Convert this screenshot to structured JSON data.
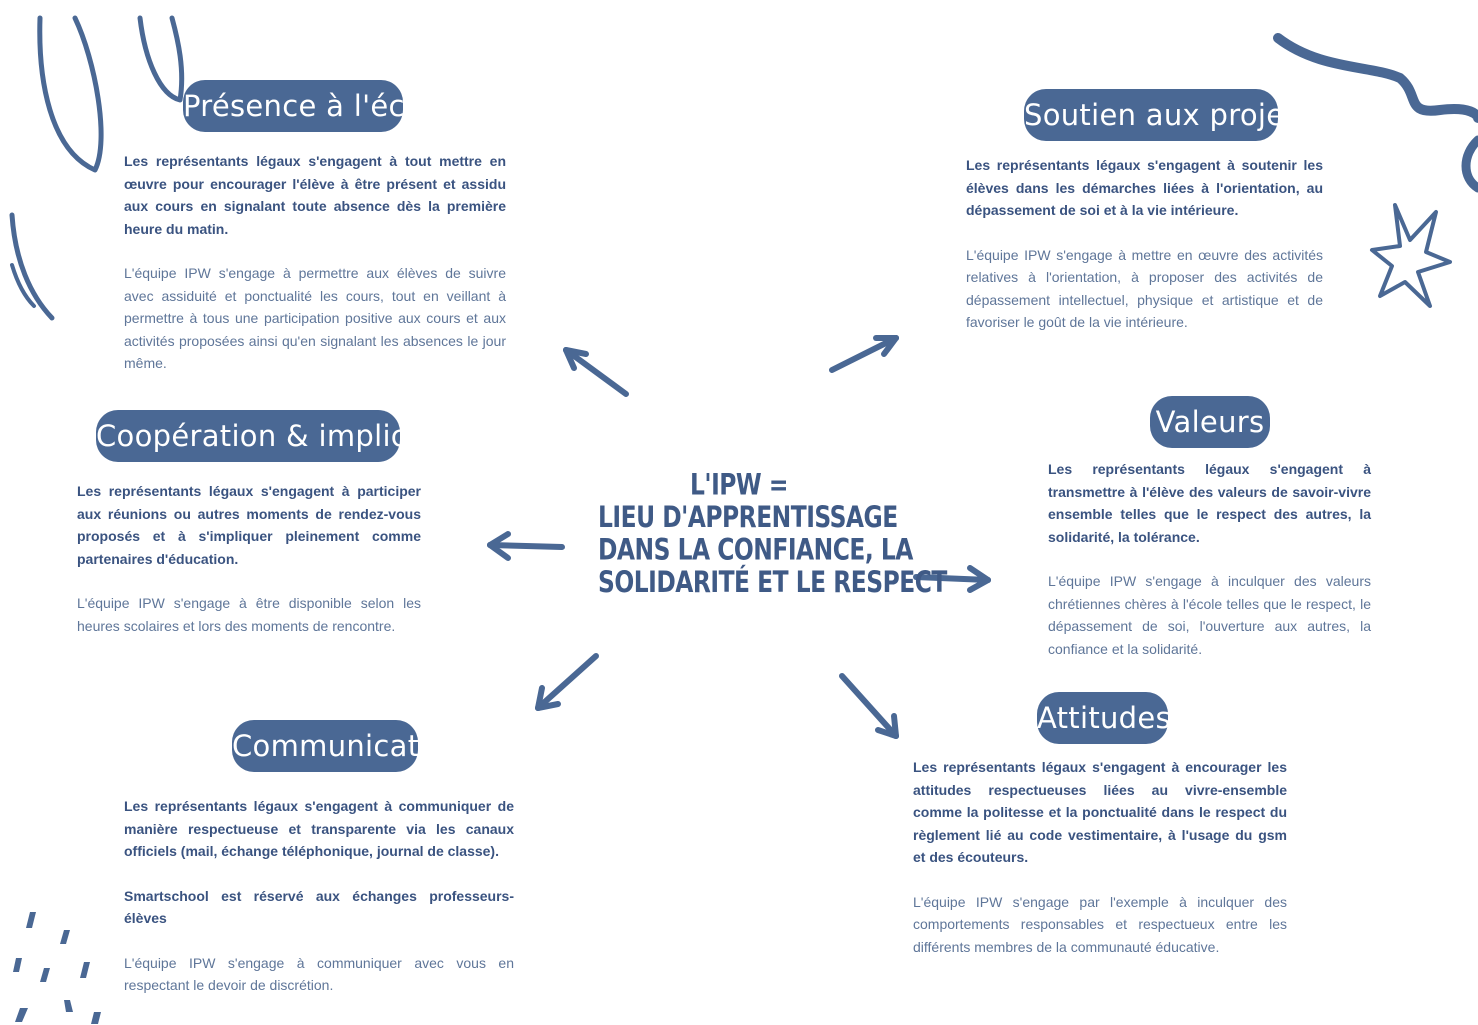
{
  "center": {
    "lines": [
      "L'IPW =",
      "LIEU D'APPRENTISSAGE",
      "DANS LA CONFIANCE, LA",
      "SOLIDARITÉ ET LE RESPECT"
    ]
  },
  "colors": {
    "accent": "#4a6894",
    "text": "#3f5a86",
    "background": "#ffffff"
  },
  "icons": [
    "star-icon",
    "arrow-icon"
  ],
  "sections": {
    "presence": {
      "title": "Présence à l'école",
      "parents": "Les représentants légaux s'engagent à tout mettre en œuvre pour encourager l'élève à être présent et assidu aux cours en signalant toute absence dès la première heure du matin.",
      "team": "L'équipe IPW s'engage à permettre aux élèves de suivre avec assiduité et ponctualité les cours, tout en veillant à permettre à tous une participation positive aux cours et aux activités proposées ainsi qu'en signalant les absences le jour même."
    },
    "soutien": {
      "title": "Soutien aux projets",
      "parents": "Les représentants légaux s'engagent à soutenir les élèves dans les démarches liées à l'orientation, au dépassement de soi et à la vie intérieure.",
      "team": "L'équipe IPW s'engage à mettre en œuvre des activités relatives à l'orientation, à proposer des activités de dépassement intellectuel, physique et artistique et de favoriser le goût de la vie intérieure."
    },
    "cooperation": {
      "title": "Coopération & implication",
      "parents": "Les représentants légaux s'engagent à participer aux réunions ou autres moments de rendez-vous proposés et à s'impliquer pleinement comme partenaires d'éducation.",
      "team": "L'équipe IPW s'engage à être disponible selon les heures scolaires et lors des moments de rencontre."
    },
    "valeurs": {
      "title": "Valeurs",
      "parents": "Les représentants légaux s'engagent à transmettre à l'élève des valeurs de savoir-vivre ensemble telles que le respect des autres, la solidarité, la tolérance.",
      "team": "L'équipe IPW s'engage à inculquer des valeurs chrétiennes chères à l'école telles que le respect, le dépassement de soi, l'ouverture aux autres, la confiance et la solidarité."
    },
    "communication": {
      "title": "Communication",
      "parents": "Les représentants légaux s'engagent à communiquer de manière respectueuse et transparente via les canaux officiels (mail, échange téléphonique, journal de classe).",
      "note": "Smartschool est réservé aux échanges professeurs-élèves",
      "team": "L'équipe IPW s'engage à communiquer avec vous en respectant le devoir de discrétion."
    },
    "attitudes": {
      "title": "Attitudes",
      "parents": "Les représentants légaux s'engagent à encourager les attitudes respectueuses liées au vivre-ensemble comme la politesse et la ponctualité dans le respect du règlement lié au code vestimentaire, à l'usage du gsm et des écouteurs.",
      "team": "L'équipe IPW s'engage par l'exemple à inculquer des comportements responsables et respectueux entre les différents membres de la communauté éducative."
    }
  }
}
